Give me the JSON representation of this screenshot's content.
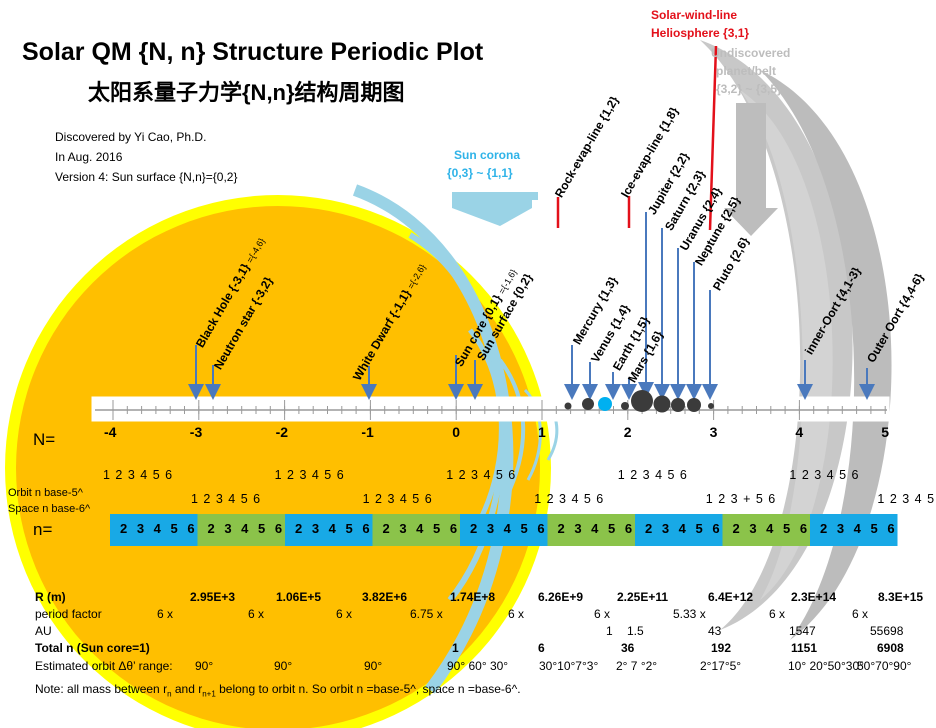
{
  "header": {
    "title": "Solar QM {N, n} Structure Periodic Plot",
    "subtitle": "太阳系量子力学{N,n}结构周期图",
    "credit_author": "Discovered by Yi Cao, Ph.D.",
    "credit_date": "In Aug. 2016",
    "credit_version": "Version 4:  Sun surface {N,n}={0,2}"
  },
  "callouts": {
    "solar_wind_line1": "Solar-wind-line",
    "solar_wind_line2": "Heliosphere {3,1}",
    "undiscovered1": "Undiscovered",
    "undiscovered2": "planet/belt",
    "undiscovered3": "{3,2} ~ {3,5}",
    "corona1": "Sun corona",
    "corona2": "{0,3} ~ {1,1}",
    "rock_line": "Rock-evap-line {1,2}",
    "ice_line": "Ice-evap-line {1,8}"
  },
  "objects": {
    "black_hole": "Black Hole {-3,1}",
    "black_hole_alt": "={-4,6}",
    "neutron_star": "Neutron star {-3,2}",
    "white_dwarf": "White Dwarf {-1,1}",
    "white_dwarf_alt": "={-2,6}",
    "sun_core": "Sun core {0,1}",
    "sun_core_alt": "={-1,6}",
    "sun_surface": "Sun surface {0,2}",
    "mercury": "Mercury {1,3}",
    "venus": "Venus {1,4}",
    "earth": "Earth {1,5}",
    "mars": "Mars {1,6}",
    "jupiter": "Jupiter {2,2}",
    "saturn": "Saturn {2,3}",
    "uranus": "Uranus {2,4}",
    "neptune": "Neptune {2,5}",
    "pluto": "Pluto {2,6}",
    "inner_oort": "inner-Oort {4,1-3}",
    "outer_oort": "Outer Oort {4,4-6}"
  },
  "axis": {
    "N_label": "N=",
    "n_label": "n=",
    "ticks": [
      "-4",
      "-3",
      "-2",
      "-1",
      "0",
      "1",
      "2",
      "3",
      "4",
      "5"
    ],
    "orbit_label": "Orbit n base-5^",
    "space_label": "Space n base-6^",
    "orbit_seq": "1 2 3 4 5 6",
    "space_seq": "1 2 3 4 5 6",
    "space_seq_last": "1 2 3 + 5 6",
    "band_seq": "2 3 4 5 6",
    "band_colors": [
      "#18a9e6",
      "#8bc34a"
    ]
  },
  "table": {
    "r_label": "R (m)",
    "r_values": [
      "2.95E+3",
      "1.06E+5",
      "3.82E+6",
      "1.74E+8",
      "6.26E+9",
      "2.25E+11",
      "6.4E+12",
      "2.3E+14",
      "8.3E+15"
    ],
    "period_label": "period  factor",
    "period_values": [
      "6 x",
      "6 x",
      "6 x",
      "6.75 x",
      "6 x",
      "6 x",
      "5.33 x",
      "6 x",
      "6 x"
    ],
    "au_label": "AU",
    "au_values": [
      "1",
      "1.5",
      "43",
      "1547",
      "55698"
    ],
    "total_label": "Total n (Sun core=1)",
    "total_values": [
      "1",
      "6",
      "36",
      "192",
      "1151",
      "6908"
    ],
    "orbit_label": "Estimated orbit Δθ’ range:",
    "orbit_values": [
      "90°",
      "90°",
      "90°",
      "90° 60° 30°",
      "30°10°7°3°",
      "2° 7 °2°",
      "2°17°5°",
      "10° 20°50°30°",
      "50°70°90°"
    ],
    "note_prefix": "Note:  all mass between r",
    "note_sub1": "n",
    "note_mid": " and r",
    "note_sub2": "n+1",
    "note_suffix": " belong to orbit n. So orbit n =base-5^, space n =base-6^."
  }
}
